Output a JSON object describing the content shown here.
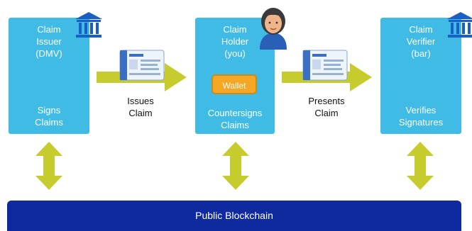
{
  "issuer": {
    "title": "Claim\nIssuer\n(DMV)",
    "action": "Signs\nClaims",
    "icon": "bank-building-icon"
  },
  "holder": {
    "title": "Claim\nHolder\n(you)",
    "wallet_label": "Wallet",
    "action": "Countersigns\nClaims",
    "icon": "person-avatar-icon"
  },
  "verifier": {
    "title": "Claim\nVerifier\n(bar)",
    "action": "Verifies\nSignatures",
    "icon": "bank-building-icon"
  },
  "flows": {
    "issue_label": "Issues\nClaim",
    "present_label": "Presents\nClaim"
  },
  "blockchain": {
    "label": "Public Blockchain"
  },
  "colors": {
    "box": "#3fbbe6",
    "arrow": "#c7cc2e",
    "blockchain": "#0f2a9e",
    "wallet": "#f5a623",
    "icon": "#1a5fc4"
  }
}
